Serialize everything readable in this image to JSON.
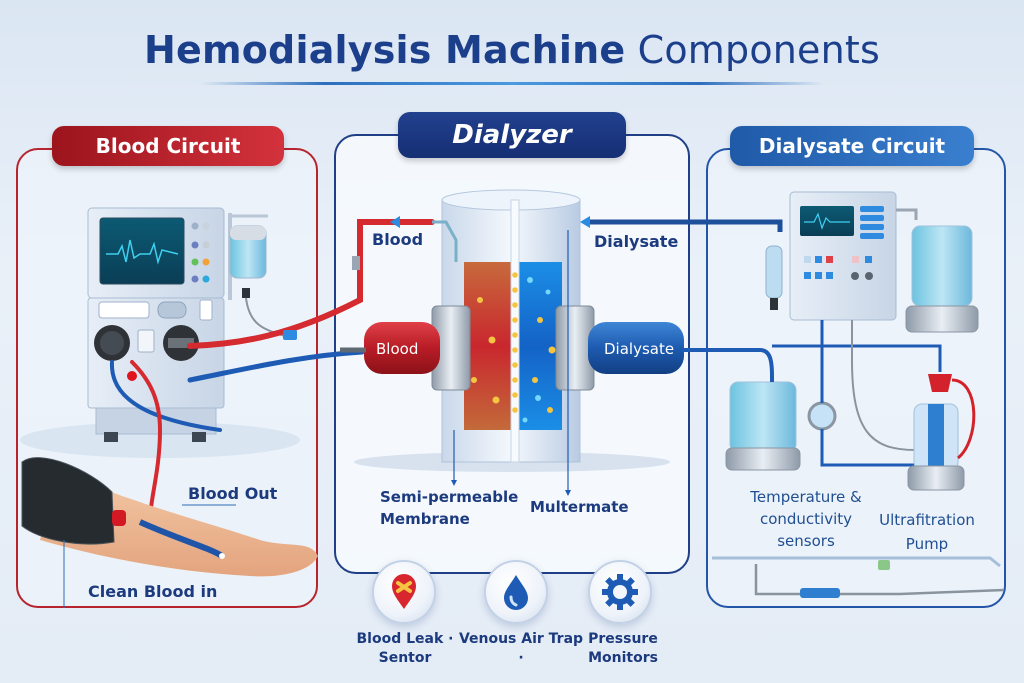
{
  "title": {
    "bold": "Hemodialysis Machine",
    "light": "Components"
  },
  "panels": {
    "blood_circuit": {
      "heading": "Blood Circuit",
      "labels": {
        "blood_out": "Blood Out",
        "clean_blood_in": "Clean Blood in"
      }
    },
    "dialyzer": {
      "heading": "Dialyzer",
      "labels": {
        "blood_top": "Blood",
        "dialysate_top": "Dialysate",
        "blood_cap": "Blood",
        "dialysate_cap": "Dialysate",
        "membrane": "Semi-permeable Membrane",
        "membrane_line1": "Semi-permeable",
        "membrane_line2": "Membrane",
        "multermate": "Multermate"
      }
    },
    "dialysate_circuit": {
      "heading": "Dialysate Circuit",
      "labels": {
        "sensors_line1": "Temperature &",
        "sensors_line2": "conductivity",
        "sensors_line3": "sensors",
        "pump_line1": "Ultrafitration",
        "pump_line2": "Pump"
      }
    }
  },
  "safety_components": [
    {
      "icon": "blood-leak-pin-icon",
      "line1": "Blood Leak ·",
      "line2": "Sentor"
    },
    {
      "icon": "water-drop-icon",
      "line1": "Venous Air Trap ·",
      "line2": ""
    },
    {
      "icon": "gear-icon",
      "line1": "Pressure",
      "line2": "Monitors"
    }
  ],
  "colors": {
    "blood": "#c8232d",
    "dialysate": "#1f5fb8",
    "title": "#1c3f8c",
    "panel_dialyzer": "#1f3f86"
  }
}
